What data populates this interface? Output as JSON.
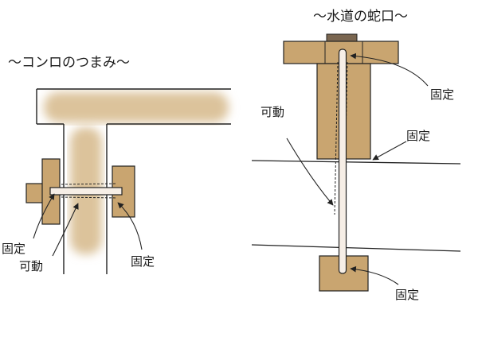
{
  "left_panel": {
    "title": "～コンロのつまみ～",
    "labels": {
      "fixed_left": "固定",
      "movable": "可動",
      "fixed_right": "固定"
    }
  },
  "right_panel": {
    "title": "～水道の蛇口～",
    "labels": {
      "fixed_top": "固定",
      "movable": "可動",
      "fixed_mid": "固定",
      "fixed_bottom": "固定"
    }
  },
  "colors": {
    "wood": "#c9a570",
    "wood_soft": "#dcc39b",
    "cap": "#7a6650",
    "line": "#222222"
  }
}
